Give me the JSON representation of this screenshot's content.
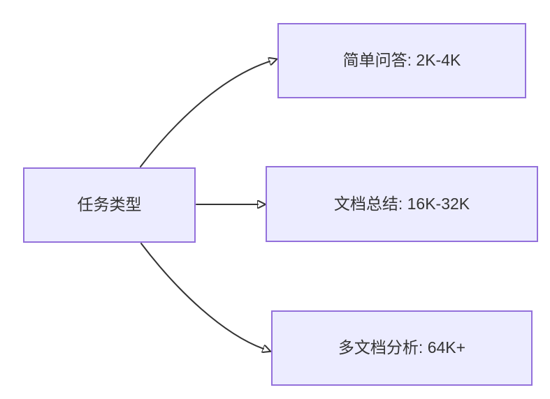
{
  "diagram": {
    "type": "flowchart",
    "direction": "left-to-right",
    "root": {
      "id": "task-type",
      "label": "任务类型"
    },
    "branches": [
      {
        "id": "simple-qa",
        "label": "简单问答: 2K-4K"
      },
      {
        "id": "doc-summary",
        "label": "文档总结: 16K-32K"
      },
      {
        "id": "multi-doc",
        "label": "多文档分析: 64K+"
      }
    ],
    "edges": [
      {
        "from": "task-type",
        "to": "simple-qa"
      },
      {
        "from": "task-type",
        "to": "doc-summary"
      },
      {
        "from": "task-type",
        "to": "multi-doc"
      }
    ],
    "colors": {
      "background": "#FFFFFF",
      "node_fill": "#ECECFF",
      "node_border": "#9370DB",
      "edge": "#333333",
      "text": "#333333"
    }
  }
}
